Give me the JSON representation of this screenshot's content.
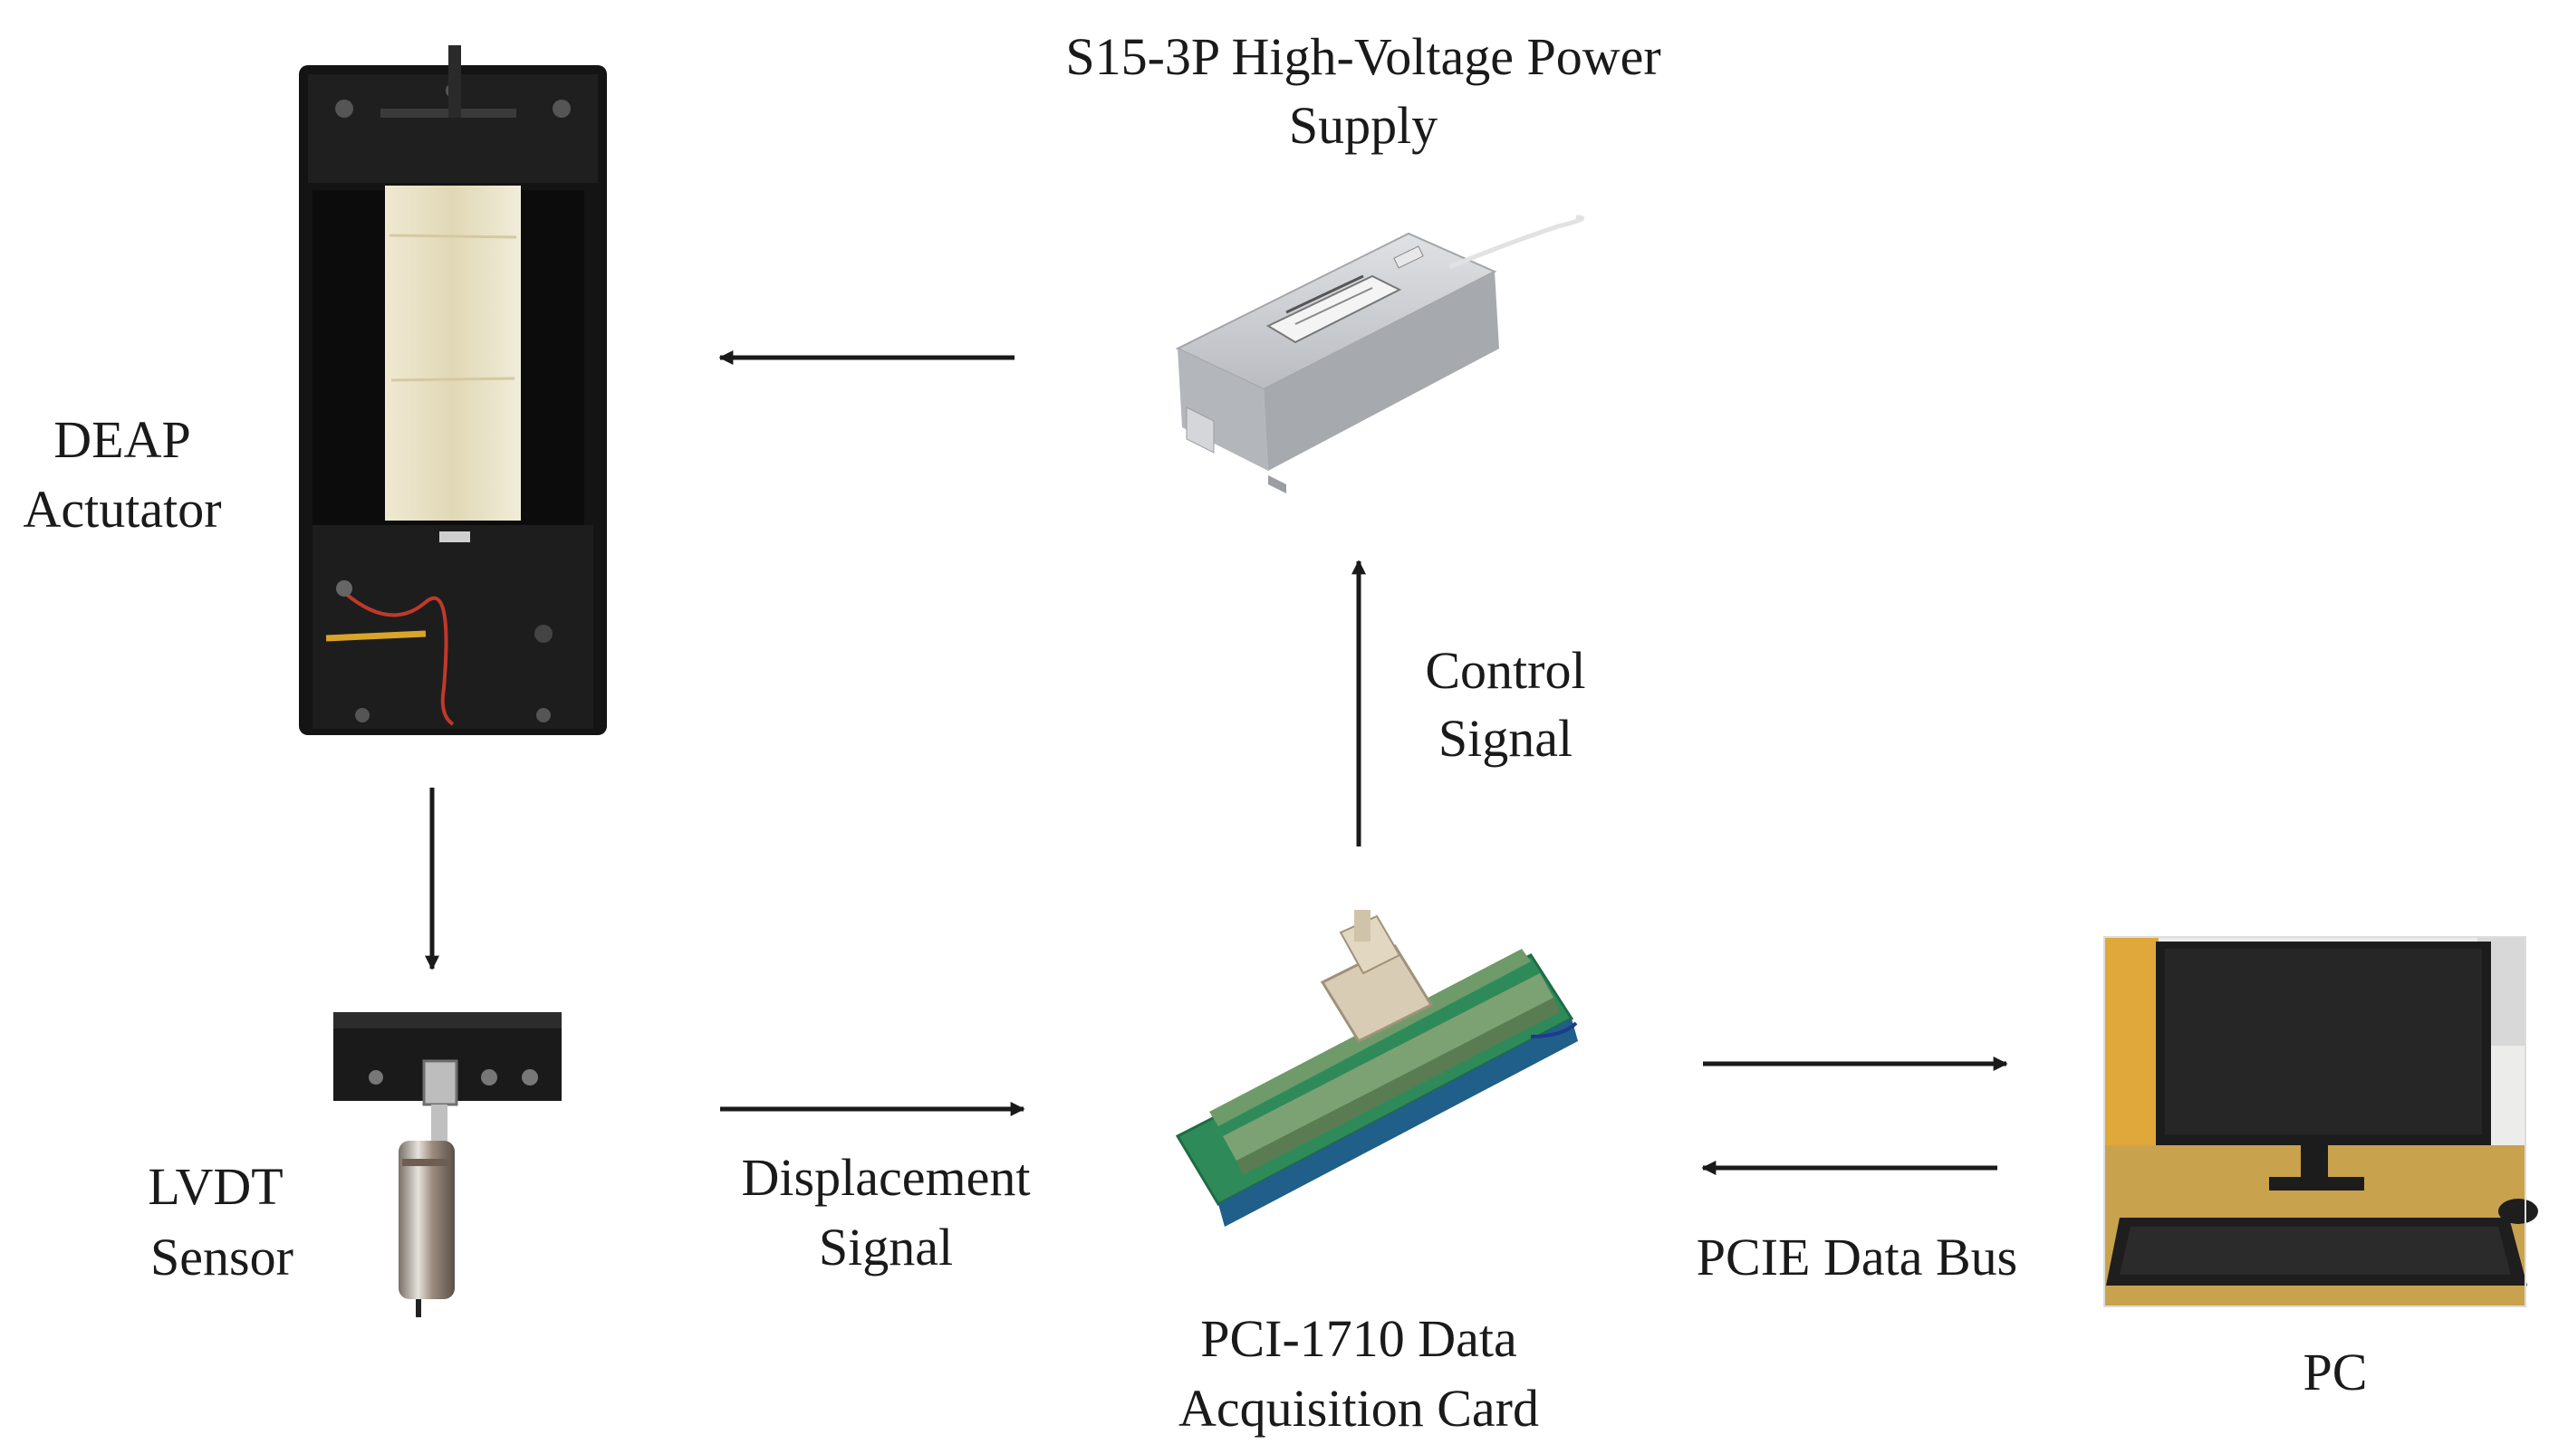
{
  "labels": {
    "power_supply_line1": "S15-3P High-Voltage Power",
    "power_supply_line2": "Supply",
    "actuator_line1": "DEAP",
    "actuator_line2": "Actutator",
    "control_line1": "Control",
    "control_line2": "Signal",
    "lvdt_line1": "LVDT",
    "lvdt_line2": "Sensor",
    "displacement_line1": "Displacement",
    "displacement_line2": "Signal",
    "daq_line1": "PCI-1710 Data",
    "daq_line2": "Acquisition Card",
    "bus_label": "PCIE Data Bus",
    "pc_label": "PC"
  },
  "colors": {
    "text": "#1a1a1a",
    "arrow": "#1a1a1a",
    "actuator_frame": "#141414",
    "membrane": "#e9e3c8",
    "power_box": "#c9ccd0",
    "daq_board": "#2f8a5a",
    "terminal": "#6f9a6a",
    "connector": "#d8ccb4",
    "lvdt_metal": "#a9a6a2",
    "monitor": "#1c1c1c",
    "desk": "#c9a24e",
    "wall_yellow": "#e0a83a"
  }
}
